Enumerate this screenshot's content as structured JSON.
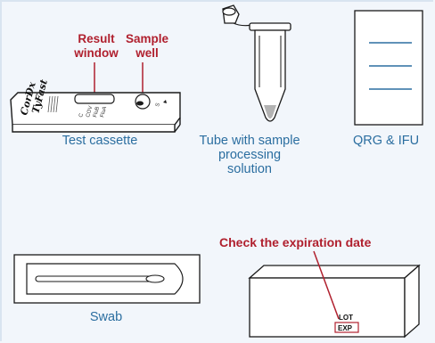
{
  "callouts": {
    "result_window_line1": "Result",
    "result_window_line2": "window",
    "sample_well_line1": "Sample",
    "sample_well_line2": "well",
    "check_expiration": "Check the expiration date"
  },
  "items": {
    "test_cassette": "Test cassette",
    "tube_line1": "Tube with sample",
    "tube_line2": "processing",
    "tube_line3": "solution",
    "qrg_ifu": "QRG & IFU",
    "swab": "Swab"
  },
  "cassette": {
    "brand_line1": "CorDx",
    "brand_line2": "TyFast",
    "window_marks": [
      "C",
      "COV",
      "FluB",
      "FluA"
    ],
    "well_mark": "S"
  },
  "box": {
    "lot": "LOT",
    "exp": "EXP"
  },
  "colors": {
    "label_blue": "#2b6ea0",
    "callout_red": "#b0202e",
    "outline": "#1a1a1a"
  }
}
